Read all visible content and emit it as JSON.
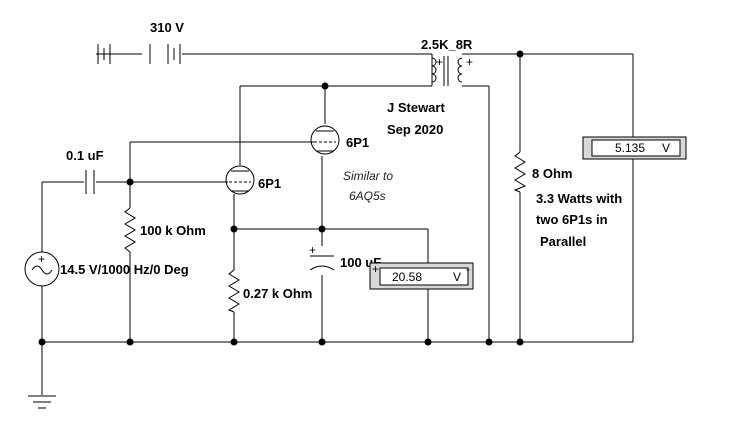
{
  "labels": {
    "battery_voltage": "310 V",
    "transformer": "2.5K_8R",
    "author": "J Stewart",
    "date": "Sep 2020",
    "tube_upper": "6P1",
    "tube_lower": "6P1",
    "similar_line1": "Similar to",
    "similar_line2": "6AQ5s",
    "coupling_cap": "0.1 uF",
    "grid_resistor": "100 k Ohm",
    "cathode_resistor": "0.27 k Ohm",
    "bypass_cap": "100 uF",
    "source": "14.5 V/1000 Hz/0 Deg",
    "load": "8  Ohm",
    "note_line1": "3.3 Watts with",
    "note_line2": "two 6P1s in",
    "note_line3": "Parallel",
    "plus_sign": "+",
    "minus_sign": "-"
  },
  "meters": {
    "cathode": {
      "value": "20.58",
      "unit": "V"
    },
    "output": {
      "value": "5.135",
      "unit": "V"
    }
  }
}
